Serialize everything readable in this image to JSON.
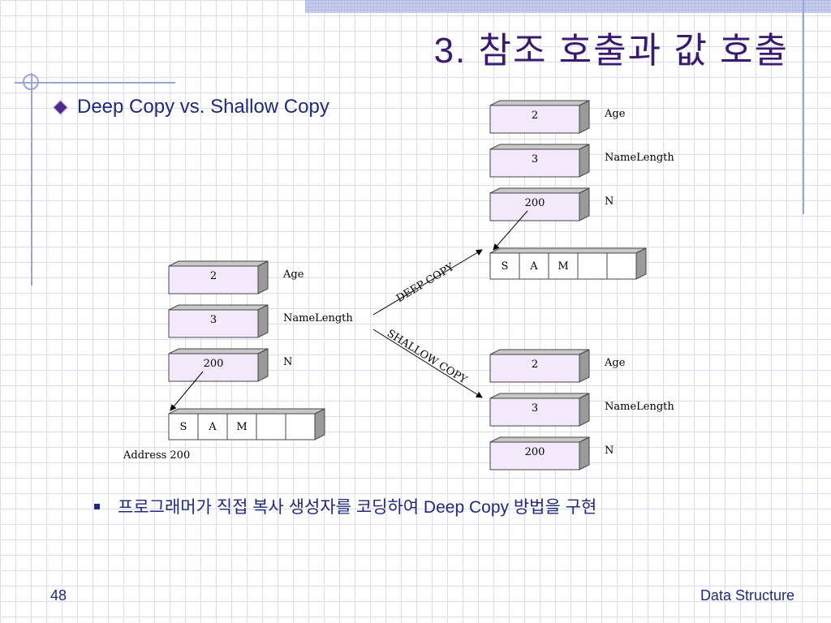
{
  "title": "3. 참조 호출과 값 호출",
  "bullet": "Deep Copy vs. Shallow Copy",
  "sub_bullet": "프로그래머가 직접 복사 생성자를 코딩하여 Deep Copy 방법을 구현",
  "page_number": "48",
  "footer": "Data Structure",
  "diagram": {
    "source": {
      "fields": [
        {
          "value": "2",
          "label": "Age"
        },
        {
          "value": "3",
          "label": "NameLength"
        },
        {
          "value": "200",
          "label": "N"
        }
      ],
      "chars": [
        "S",
        "A",
        "M",
        "",
        ""
      ],
      "address_label": "Address 200"
    },
    "deep_copy": {
      "arrow_label": "DEEP COPY",
      "fields": [
        {
          "value": "2",
          "label": "Age"
        },
        {
          "value": "3",
          "label": "NameLength"
        },
        {
          "value": "200",
          "label": "N"
        }
      ],
      "chars": [
        "S",
        "A",
        "M",
        "",
        ""
      ]
    },
    "shallow_copy": {
      "arrow_label": "SHALLOW COPY",
      "fields": [
        {
          "value": "2",
          "label": "Age"
        },
        {
          "value": "3",
          "label": "NameLength"
        },
        {
          "value": "200",
          "label": "N"
        }
      ]
    }
  },
  "colors": {
    "title": "#3a1a6e",
    "text": "#1f2a7a",
    "box_fill": "#f2e9fb",
    "box_side": "#9a9a9a",
    "box_top": "#c8c8c8",
    "grid": "#dcdcf0"
  }
}
